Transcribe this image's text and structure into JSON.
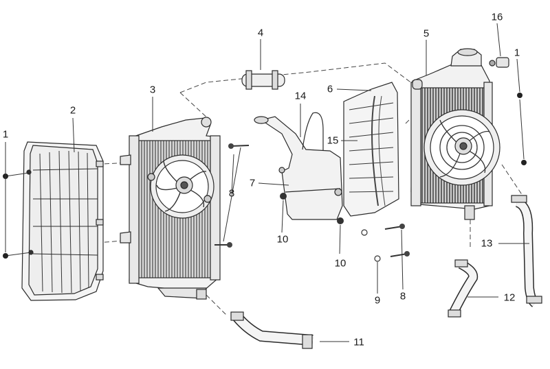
{
  "callouts": [
    {
      "id": "c1a",
      "text": "1"
    },
    {
      "id": "c1b",
      "text": "1"
    },
    {
      "id": "c2",
      "text": "2"
    },
    {
      "id": "c3",
      "text": "3"
    },
    {
      "id": "c4",
      "text": "4"
    },
    {
      "id": "c5",
      "text": "5"
    },
    {
      "id": "c6",
      "text": "6"
    },
    {
      "id": "c7",
      "text": "7"
    },
    {
      "id": "c8a",
      "text": "8"
    },
    {
      "id": "c8b",
      "text": "8"
    },
    {
      "id": "c9",
      "text": "9"
    },
    {
      "id": "c10a",
      "text": "10"
    },
    {
      "id": "c10b",
      "text": "10"
    },
    {
      "id": "c11",
      "text": "11"
    },
    {
      "id": "c12",
      "text": "12"
    },
    {
      "id": "c13",
      "text": "13"
    },
    {
      "id": "c14",
      "text": "14"
    },
    {
      "id": "c15",
      "text": "15"
    },
    {
      "id": "c16",
      "text": "16"
    }
  ],
  "colors": {
    "line": "#2a2a2a",
    "fill": "#f2f2f2",
    "dark": "#3a3a3a",
    "hatch": "#555555"
  }
}
